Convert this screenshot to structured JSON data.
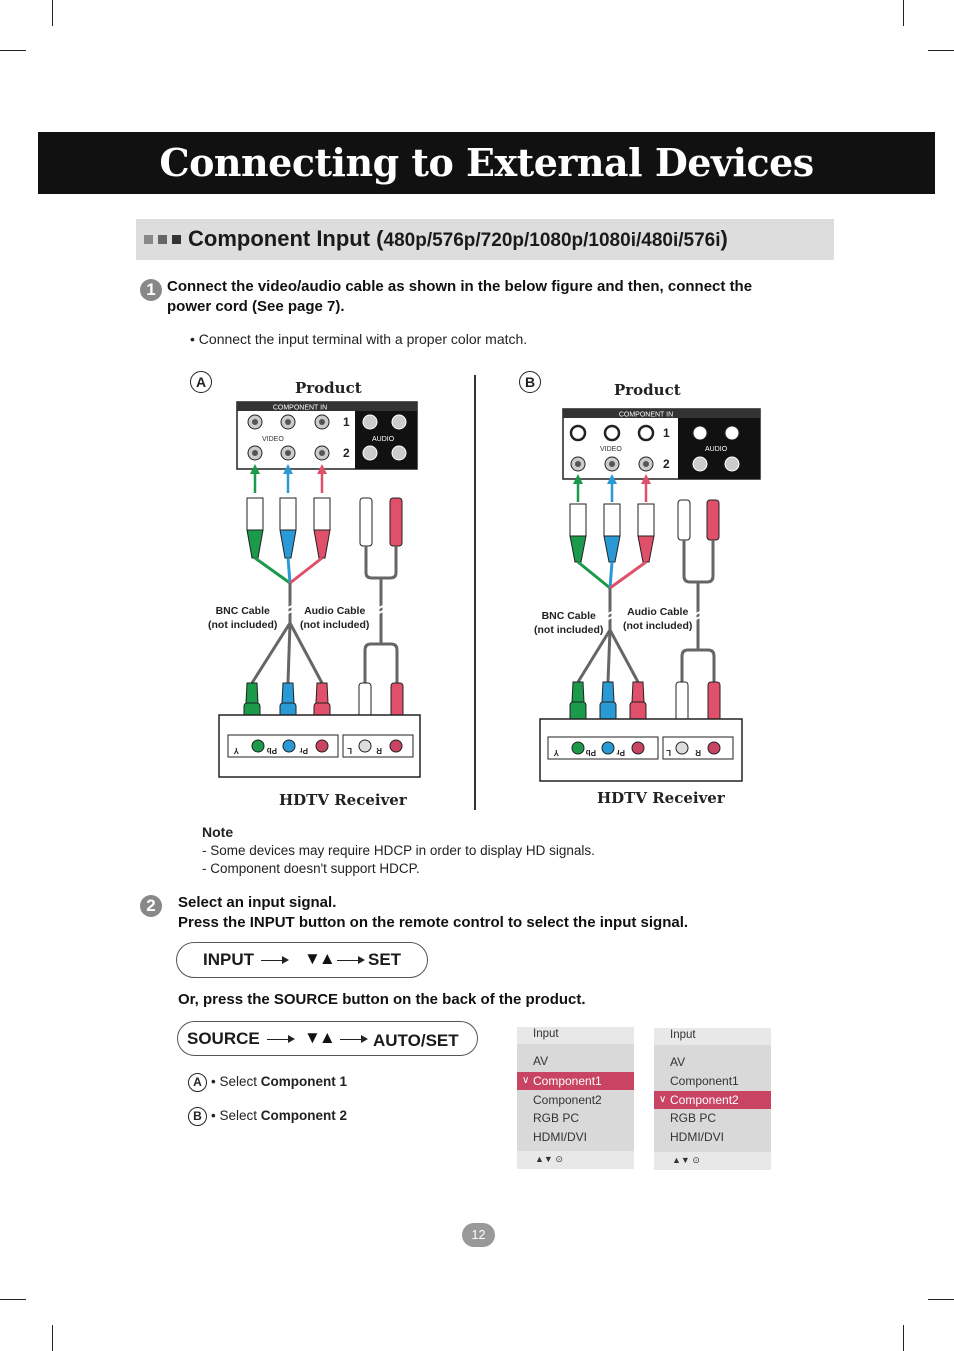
{
  "page_title": "Connecting to External Devices",
  "section": {
    "heading": "Component Input (",
    "resolutions": "480p/576p/720p/1080p/1080i/480i/576i",
    "heading_end": ")"
  },
  "step1": {
    "number": "1",
    "line1": "Connect the video/audio cable as shown in the below figure and then, connect the",
    "line2": "power cord (See page 7).",
    "bullet": "• Connect the input terminal with a proper color match."
  },
  "diagram_a": {
    "letter": "A",
    "product_label": "Product",
    "panel_label": "COMPONENT IN",
    "video_label": "VIDEO",
    "audio_label": "AUDIO",
    "port1": "1",
    "port2": "2",
    "bnc_line1": "BNC Cable",
    "bnc_line2": "(not included)",
    "audio_line1": "Audio Cable",
    "audio_line2": "(not included)",
    "receiver_label": "HDTV Receiver",
    "jack_labels": [
      "Y",
      "Pb",
      "Pr",
      "L",
      "R"
    ]
  },
  "diagram_b": {
    "letter": "B",
    "product_label": "Product",
    "panel_label": "COMPONENT IN",
    "video_label": "VIDEO",
    "audio_label": "AUDIO",
    "port1": "1",
    "port2": "2",
    "bnc_line1": "BNC Cable",
    "bnc_line2": "(not included)",
    "audio_line1": "Audio Cable",
    "audio_line2": "(not included)",
    "receiver_label": "HDTV Receiver",
    "jack_labels": [
      "Y",
      "Pb",
      "Pr",
      "L",
      "R"
    ]
  },
  "note": {
    "title": "Note",
    "line1": "- Some devices may require HDCP in order to display HD signals.",
    "line2": "- Component doesn't support HDCP."
  },
  "step2": {
    "number": "2",
    "line1": "Select an input signal.",
    "line2": "Press the INPUT button on the remote control to select the input signal."
  },
  "remote_seq": {
    "start": "INPUT",
    "arrows": "▼▲",
    "end": "SET"
  },
  "or_text": "Or, press the SOURCE button on the back of the product.",
  "source_seq": {
    "start": "SOURCE",
    "arrows": "▼▲",
    "end": "AUTO/SET"
  },
  "select_a": {
    "letter": "A",
    "prefix": "• Select ",
    "target": "Component 1"
  },
  "select_b": {
    "letter": "B",
    "prefix": "• Select ",
    "target": "Component 2"
  },
  "osd_a": {
    "title": "Input",
    "items": [
      "AV",
      "Component1",
      "Component2",
      "RGB PC",
      "HDMI/DVI"
    ],
    "selected_index": 1,
    "footer": "▲▼ ⊙"
  },
  "osd_b": {
    "title": "Input",
    "items": [
      "AV",
      "Component1",
      "Component2",
      "RGB PC",
      "HDMI/DVI"
    ],
    "selected_index": 2,
    "footer": "▲▼ ⊙"
  },
  "page_number": "12",
  "colors": {
    "title_bg": "#111111",
    "section_bg": "#dddddd",
    "green": "#1a9a4a",
    "blue": "#2a9ad6",
    "red": "#e0506a",
    "osd_highlight": "#c84462"
  }
}
